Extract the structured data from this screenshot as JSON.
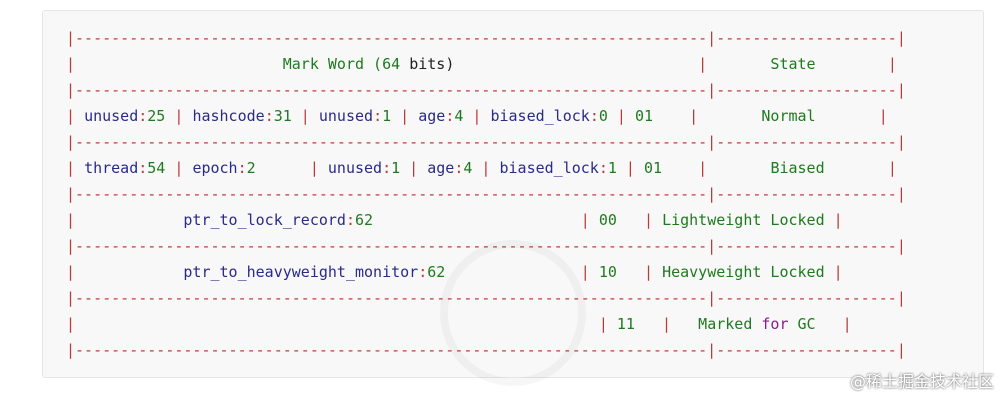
{
  "sep_full": "|----------------------------------------------------------------------|--------------------|",
  "header": {
    "title_a": "Mark Word (",
    "title_num": "64",
    "title_bits": "bits",
    "title_b": ")",
    "state": "State"
  },
  "rows": [
    {
      "fields": [
        {
          "name": "unused",
          "num": "25"
        },
        {
          "name": "hashcode",
          "num": "31"
        },
        {
          "name": "unused",
          "num": "1"
        },
        {
          "name": "age",
          "num": "4"
        },
        {
          "name": "biased_lock",
          "num": "0"
        }
      ],
      "code": "01",
      "state": "Normal"
    },
    {
      "fields": [
        {
          "name": "thread",
          "num": "54"
        },
        {
          "name": "epoch",
          "num": "2"
        },
        {
          "name": "unused",
          "num": "1"
        },
        {
          "name": "age",
          "num": "4"
        },
        {
          "name": "biased_lock",
          "num": "1"
        }
      ],
      "code": "01",
      "state": "Biased"
    },
    {
      "field": {
        "name": "ptr_to_lock_record",
        "num": "62"
      },
      "code": "00",
      "state": "Lightweight Locked"
    },
    {
      "field": {
        "name": "ptr_to_heavyweight_monitor",
        "num": "62"
      },
      "code": "10",
      "state": "Heavyweight Locked"
    },
    {
      "code": "11",
      "state_a": "Marked",
      "state_for": "for",
      "state_b": "GC"
    }
  ],
  "watermark": "@稀土掘金技术社区"
}
